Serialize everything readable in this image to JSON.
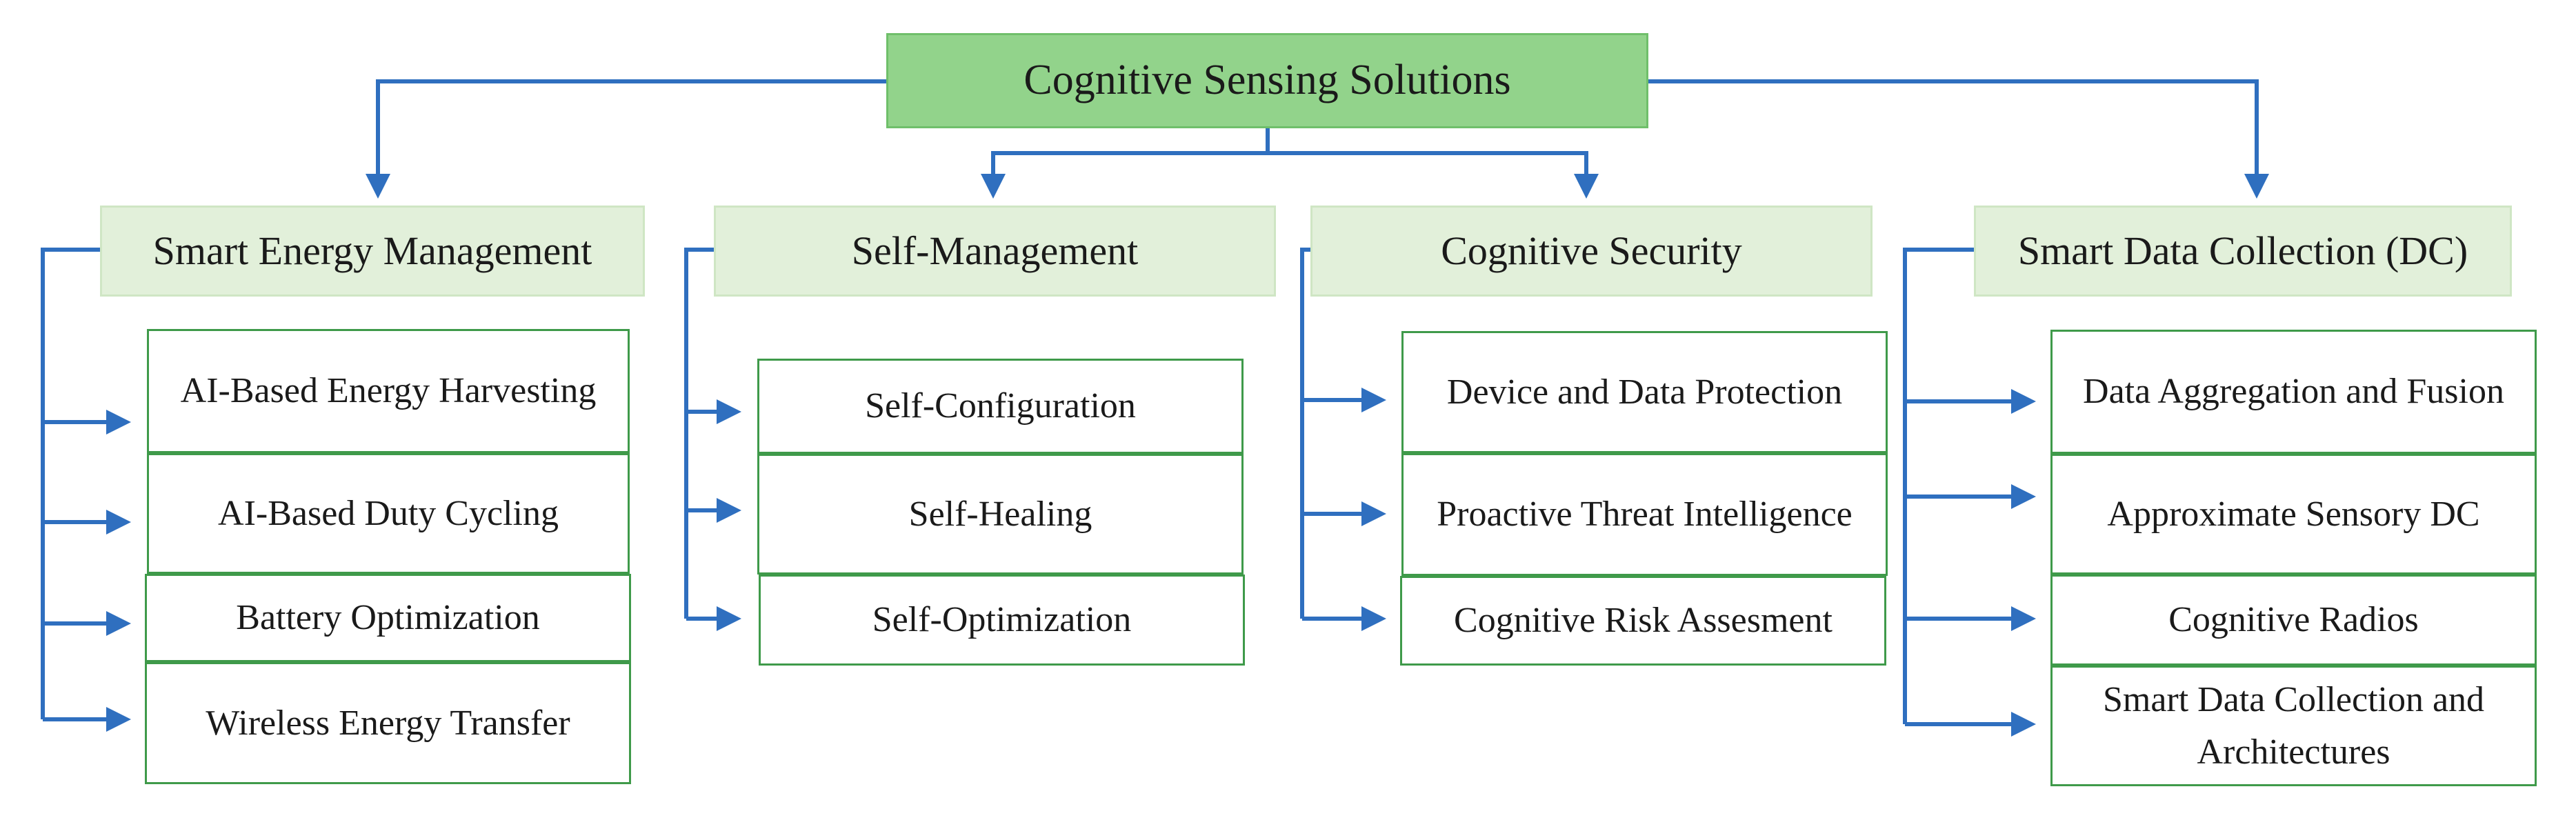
{
  "root": {
    "label": "Cognitive Sensing Solutions"
  },
  "categories": [
    {
      "label": "Smart Energy Management",
      "items": [
        "AI-Based Energy Harvesting",
        "AI-Based Duty Cycling",
        "Battery Optimization",
        "Wireless Energy Transfer"
      ]
    },
    {
      "label": "Self-Management",
      "items": [
        "Self-Configuration",
        "Self-Healing",
        "Self-Optimization"
      ]
    },
    {
      "label": "Cognitive Security",
      "items": [
        "Device and Data Protection",
        "Proactive Threat Intelligence",
        "Cognitive Risk Assesment"
      ]
    },
    {
      "label": "Smart Data Collection (DC)",
      "items": [
        "Data Aggregation and Fusion",
        "Approximate Sensory DC",
        "Cognitive Radios",
        "Smart Data Collection and Architectures"
      ]
    }
  ],
  "colors": {
    "connector": "#2f6fbf",
    "root_fill": "#92d38b",
    "category_fill": "#e2f0da",
    "leaf_border": "#3f9a4a"
  }
}
